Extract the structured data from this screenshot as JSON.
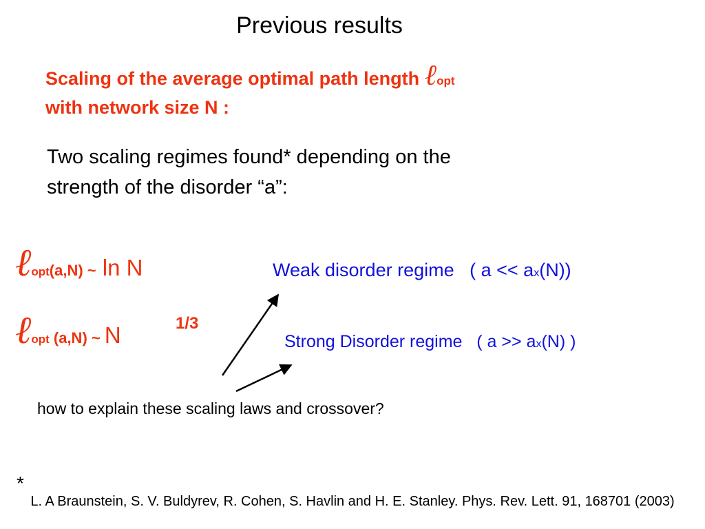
{
  "slide": {
    "title": "Previous results",
    "heading_line1": "Scaling of the average optimal path length",
    "heading_symbol": "ℓ",
    "heading_symbol_sub": "opt",
    "heading_line2": "with network size N :",
    "paragraph_line1": "Two scaling regimes found* depending on the",
    "paragraph_line2": "strength of the disorder “a”:",
    "formula1": {
      "symbol": "ℓ",
      "sub": "opt",
      "args": "(a,N) ~",
      "rhs": " ln N"
    },
    "formula2": {
      "symbol": "ℓ",
      "sub": "opt",
      "args": " (a,N)  ~ ",
      "rhs": " N",
      "exponent": "1/3"
    },
    "regime1": {
      "label": "Weak disorder regime",
      "cond_prefix": "( a << a",
      "cond_sub": "x",
      "cond_suffix": "(N))"
    },
    "regime2": {
      "label": "Strong Disorder regime",
      "cond_prefix": "( a >> a",
      "cond_sub": "x",
      "cond_suffix": "(N) )"
    },
    "question": "how to explain these scaling laws and crossover?",
    "footnote_mark": "*",
    "reference": "L. A Braunstein, S. V. Buldyrev, R. Cohen, S. Havlin and H. E. Stanley. Phys. Rev. Lett. 91, 168701 (2003)"
  },
  "colors": {
    "heading": "#ee3311",
    "regime": "#1111dd",
    "text": "#000000"
  }
}
